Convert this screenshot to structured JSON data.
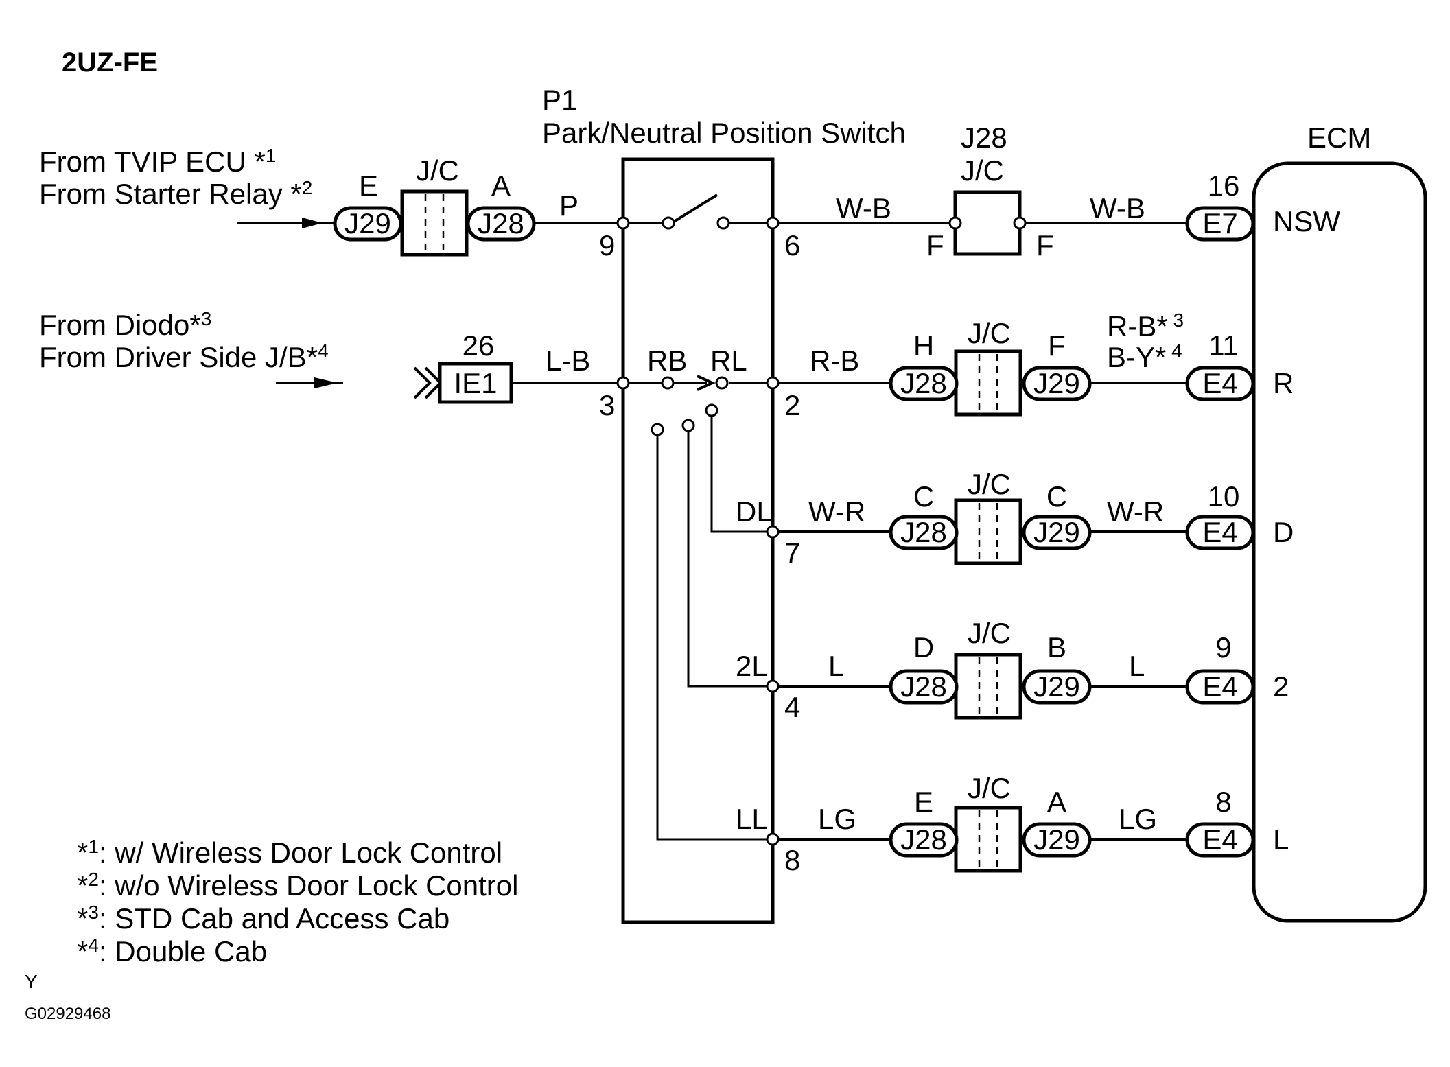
{
  "header": {
    "engine": "2UZ-FE"
  },
  "switch": {
    "ref": "P1",
    "name": "Park/Neutral Position Switch"
  },
  "ecm": {
    "title": "ECM"
  },
  "sources": {
    "row1_line1": "From TVIP ECU *",
    "row1_sup1": "1",
    "row1_line2": "From Starter Relay *",
    "row1_sup2": "2",
    "row2_line1": "From Diodo*",
    "row2_sup1": "3",
    "row2_line2": "From Driver Side J/B*",
    "row2_sup2": "4"
  },
  "jc_label": "J/C",
  "row1": {
    "conn_left": "J29",
    "conn_left_pin": "E",
    "conn_right": "J28",
    "conn_right_pin": "A",
    "wire_in": "P",
    "pin_in": "9",
    "pin_out": "6",
    "wire_mid": "W-B",
    "jc_ref": "J28",
    "jc_pin_left": "F",
    "jc_pin_right": "F",
    "wire_out": "W-B",
    "ecm_conn": "E7",
    "ecm_pin": "16",
    "ecm_term": "NSW"
  },
  "row2": {
    "ie_conn": "IE1",
    "ie_pin": "26",
    "wire_in": "L-B",
    "pin_in": "3",
    "contact_rb": "RB",
    "contact_rl": "RL",
    "pin_out": "2",
    "wire_mid": "R-B",
    "jc_conn_left": "J28",
    "jc_pin_left": "H",
    "jc_conn_right": "J29",
    "jc_pin_right": "F",
    "wire_out_a": "R-B*",
    "wire_out_a_sup": " 3",
    "wire_out_b": "B-Y*",
    "wire_out_b_sup": " 4",
    "ecm_conn": "E4",
    "ecm_pin": "11",
    "ecm_term": "R"
  },
  "row3": {
    "contact": "DL",
    "pin_out": "7",
    "wire_mid": "W-R",
    "jc_conn_left": "J28",
    "jc_pin_left": "C",
    "jc_conn_right": "J29",
    "jc_pin_right": "C",
    "wire_out": "W-R",
    "ecm_conn": "E4",
    "ecm_pin": "10",
    "ecm_term": "D"
  },
  "row4": {
    "contact": "2L",
    "pin_out": "4",
    "wire_mid": "L",
    "jc_conn_left": "J28",
    "jc_pin_left": "D",
    "jc_conn_right": "J29",
    "jc_pin_right": "B",
    "wire_out": "L",
    "ecm_conn": "E4",
    "ecm_pin": "9",
    "ecm_term": "2"
  },
  "row5": {
    "contact": "LL",
    "pin_out": "8",
    "wire_mid": "LG",
    "jc_conn_left": "J28",
    "jc_pin_left": "E",
    "jc_conn_right": "J29",
    "jc_pin_right": "A",
    "wire_out": "LG",
    "ecm_conn": "E4",
    "ecm_pin": "8",
    "ecm_term": "L"
  },
  "notes": [
    {
      "mark": "*",
      "sup": "1",
      "text": ": w/ Wireless Door Lock Control"
    },
    {
      "mark": "*",
      "sup": "2",
      "text": ": w/o Wireless Door Lock Control"
    },
    {
      "mark": "*",
      "sup": "3",
      "text": ": STD Cab and Access Cab"
    },
    {
      "mark": "*",
      "sup": "4",
      "text": ": Double Cab"
    }
  ],
  "footer": {
    "y_mark": "Y",
    "figure_id": "G02929468"
  }
}
